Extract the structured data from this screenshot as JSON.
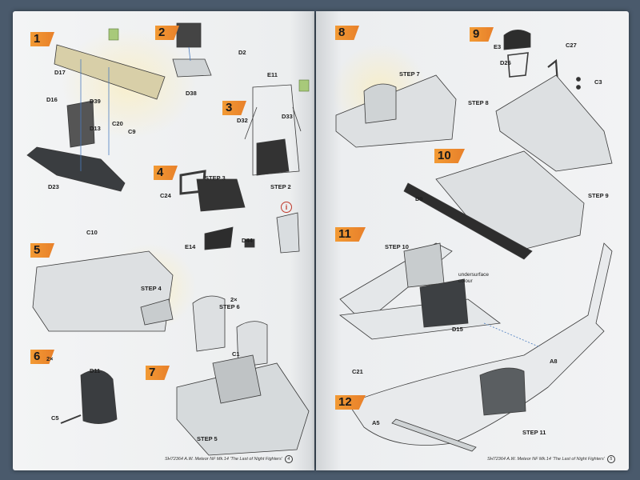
{
  "left_page": {
    "steps": [
      {
        "number": "1",
        "parts": [
          "D17",
          "D39",
          "D16",
          "C20",
          "C9",
          "D13",
          "D23"
        ]
      },
      {
        "number": "2",
        "parts": [
          "D38",
          "D2"
        ]
      },
      {
        "number": "3",
        "parts": [
          "E11",
          "D32",
          "D33"
        ],
        "sub": "STEP 2"
      },
      {
        "number": "4",
        "parts": [
          "C24",
          "E14",
          "D44"
        ],
        "sub": "STEP 3"
      },
      {
        "number": "5",
        "parts": [
          "C10"
        ],
        "sub": "STEP 4"
      },
      {
        "number": "6",
        "qty": "2×",
        "parts": [
          "D11",
          "C5"
        ]
      },
      {
        "number": "7",
        "parts": [
          "C1"
        ],
        "sub": "STEP 5",
        "qty_label": "2×",
        "sub2": "STEP 6"
      }
    ],
    "footer": "SH72364 A.W. Meteor NF Mk.14 'The Last of Night Fighters'",
    "page_number": "4"
  },
  "right_page": {
    "steps": [
      {
        "number": "8",
        "sub": "STEP 7"
      },
      {
        "number": "9",
        "parts": [
          "E3",
          "D26",
          "C27",
          "C3"
        ],
        "sub": "STEP 8"
      },
      {
        "number": "10",
        "parts": [
          "D9"
        ],
        "sub": "STEP 9"
      },
      {
        "number": "11",
        "parts": [
          "D15",
          "C21"
        ],
        "sub": "STEP 10",
        "note": "undersurface\ncolour"
      },
      {
        "number": "12",
        "parts": [
          "A5",
          "A8"
        ],
        "sub": "STEP 11"
      }
    ],
    "footer": "SH72364 A.W. Meteor NF Mk.14 'The Last of Night Fighters'",
    "page_number": "5"
  },
  "colors": {
    "step_flag": "#e8802a",
    "paper": "#eef0f1",
    "background": "#4a5a6c",
    "paint_chip": "#a8c97a"
  },
  "icons": [
    "paint-chip-icon",
    "info-icon",
    "instruction-diagram"
  ]
}
